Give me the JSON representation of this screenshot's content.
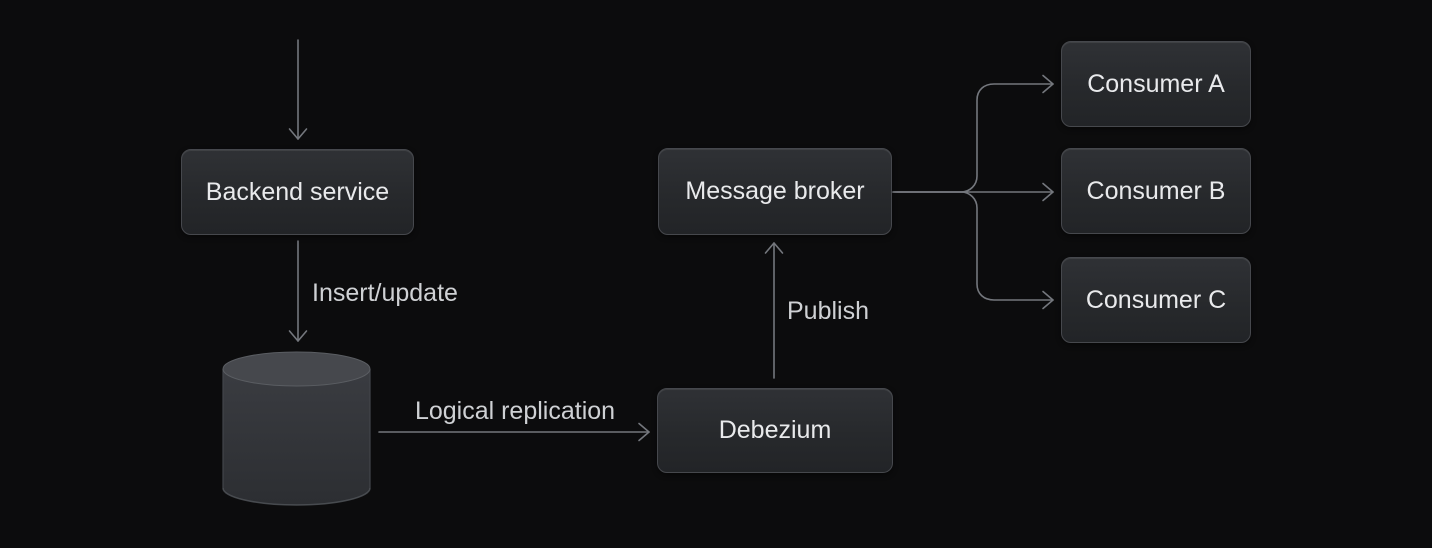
{
  "diagram": {
    "title": "change-data-capture-flow",
    "nodes": {
      "backend": {
        "label": "Backend service"
      },
      "database": {
        "label": "",
        "shape": "database-cylinder"
      },
      "debezium": {
        "label": "Debezium"
      },
      "broker": {
        "label": "Message broker"
      },
      "consumer_a": {
        "label": "Consumer A"
      },
      "consumer_b": {
        "label": "Consumer B"
      },
      "consumer_c": {
        "label": "Consumer C"
      }
    },
    "edges": {
      "insert_update": {
        "label": "Insert/update"
      },
      "logical_replication": {
        "label": "Logical replication"
      },
      "publish": {
        "label": "Publish"
      },
      "incoming_traffic": {
        "label": ""
      },
      "broker_to_consumers": {
        "label": ""
      }
    },
    "colors": {
      "background": "#0c0c0d",
      "connector": "#74777d",
      "node_border": "#46484d",
      "node_fill_top": "#2f3135",
      "node_fill_bottom": "#222427",
      "node_text": "#e9eaec",
      "edge_label_text": "#cfd1d4",
      "cylinder_top": "#46484d",
      "cylinder_body": "#34363b"
    }
  }
}
